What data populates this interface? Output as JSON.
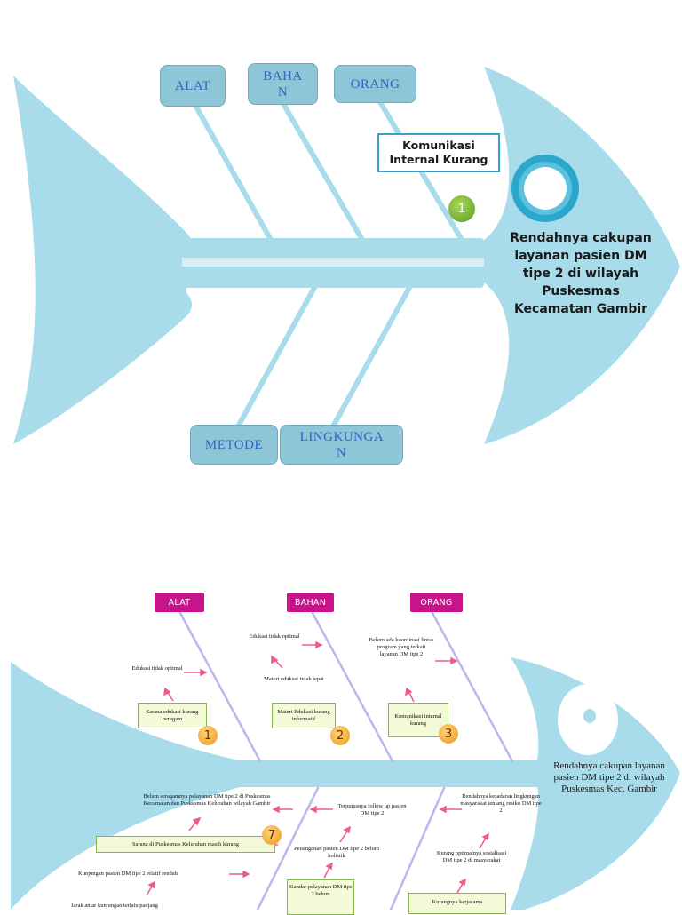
{
  "diagram1": {
    "categories": {
      "alat": "ALAT",
      "bahan": "BAHA N",
      "orang": "ORANG",
      "metode": "METODE",
      "lingkungan": "LINGKUNGA N"
    },
    "cause_box": "Komunikasi Internal Kurang",
    "badge": "1",
    "problem": "Rendahnya cakupan layanan pasien DM tipe 2 di wilayah Puskesmas Kecamatan Gambir"
  },
  "diagram2": {
    "categories": {
      "alat": "ALAT",
      "bahan": "BAHAN",
      "orang": "ORANG"
    },
    "problem": "Rendahnya cakupan layanan pasien DM tipe 2 di wilayah Puskesmas Kec. Gambir",
    "alat": {
      "sub": "Edukasi tidak optimal",
      "box": "Sarana edukasi kurang beragam",
      "num": "1"
    },
    "bahan": {
      "sub1": "Edukasi tidak optimal",
      "sub2": "Materi edukasi tidak tepat",
      "box": "Materi Edukasi kurang informatif",
      "num": "2"
    },
    "orang": {
      "sub": "Belum ada koordinasi lintas program yang terkait layanan DM tipe 2",
      "box": "Komunikasi internal kurang",
      "num": "3"
    },
    "lower_left": {
      "t1": "Belum seragamnya pelayanan DM tipe 2 di Puskesmas Kecamatan dan Puskesmas Kelurahan wilayah Gambir",
      "box": "Sarana di Puskesmas Kelurahan masih kurang",
      "num": "7",
      "t2": "Kunjungan pasien DM tipe 2 relatif rendah",
      "t3": "Jarak antar kunjungan terlalu panjang"
    },
    "lower_mid": {
      "t1": "Terputusnya follow up pasien DM tipe 2",
      "t2": "Penanganan pasien DM tipe 2 belum holistik",
      "box": "Standar pelayanan DM tipe 2 belum"
    },
    "lower_right": {
      "t1": "Rendahnya kesadaran lingkungan masyarakat tentang resiko DM tipe 2",
      "t2": "Kurang optimalnya sosialisasi DM tipe 2 di masyarakat",
      "box": "Kurangnya kerjasama"
    }
  }
}
